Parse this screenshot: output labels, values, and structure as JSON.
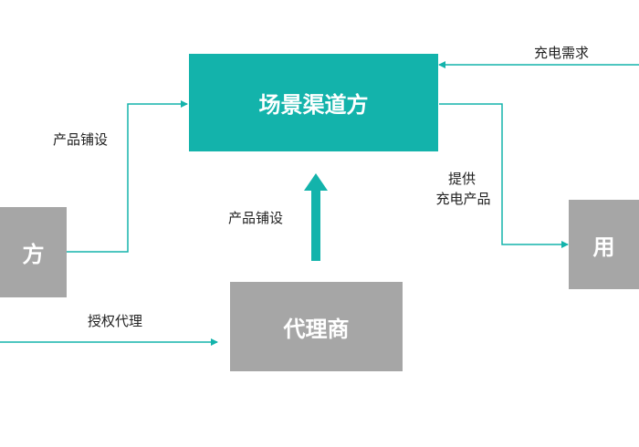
{
  "colors": {
    "teal": "#13b3ab",
    "gray": "#a6a6a6",
    "line": "#13b3ab"
  },
  "nodes": {
    "scene_channel": "场景渠道方",
    "agent": "代理商",
    "left_partial": "方",
    "right_partial": "用"
  },
  "labels": {
    "product_rollout_left": "产品铺设",
    "product_rollout_center": "产品铺设",
    "authorized_agency": "授权代理",
    "charging_demand": "充电需求",
    "provide_line_1": "提供",
    "provide_line_2": "充电产品"
  }
}
